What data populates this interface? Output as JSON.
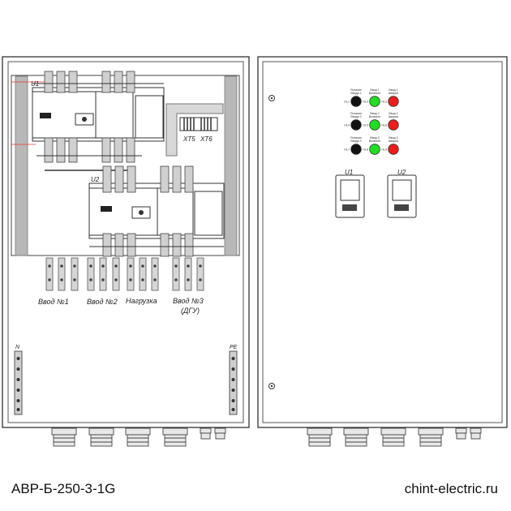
{
  "caption": {
    "model": "АВР-Б-250-3-1G",
    "website": "chint-electric.ru"
  },
  "left_panel": {
    "switch_u1_label": "U1",
    "switch_u2_label": "U2",
    "terminal_block_labels": [
      "XT5",
      "XT6"
    ],
    "bus_labels": {
      "input1": "Ввод №1",
      "input2": "Ввод №2",
      "load": "Нагрузка",
      "input3_line1": "Ввод №3",
      "input3_line2": "(ДГУ)"
    },
    "bar_n_label": "N",
    "bar_pe_label": "PE"
  },
  "right_panel": {
    "indicators": [
      [
        {
          "text": [
            "Питание",
            "Ввода 1"
          ],
          "tag": "HL1",
          "color": "#111111"
        },
        {
          "text": [
            "Ввод 1",
            "Включен"
          ],
          "tag": "HL2",
          "color": "#22dd22"
        },
        {
          "text": [
            "Ввод 1",
            "Авария"
          ],
          "tag": "HL3",
          "color": "#ee1c1c"
        }
      ],
      [
        {
          "text": [
            "Питание",
            "Ввода 2"
          ],
          "tag": "HL4",
          "color": "#111111"
        },
        {
          "text": [
            "Ввод 2",
            "Включен"
          ],
          "tag": "HL5",
          "color": "#22dd22"
        },
        {
          "text": [
            "Ввод 2",
            "Авария"
          ],
          "tag": "HL6",
          "color": "#ee1c1c"
        }
      ],
      [
        {
          "text": [
            "Питание",
            "Ввода 3"
          ],
          "tag": "HL7",
          "color": "#111111"
        },
        {
          "text": [
            "Ввод 3",
            "Включен"
          ],
          "tag": "HL8",
          "color": "#22dd22"
        },
        {
          "text": [
            "Ввод 3",
            "Авария"
          ],
          "tag": "HL9",
          "color": "#ee1c1c"
        }
      ]
    ],
    "controller_labels": [
      "U1",
      "U2"
    ]
  },
  "colors": {
    "outline": "#333333",
    "side_rail": "#b5b5b5",
    "busbar": "#cfcfcf",
    "gland": "#e6e6e6"
  }
}
